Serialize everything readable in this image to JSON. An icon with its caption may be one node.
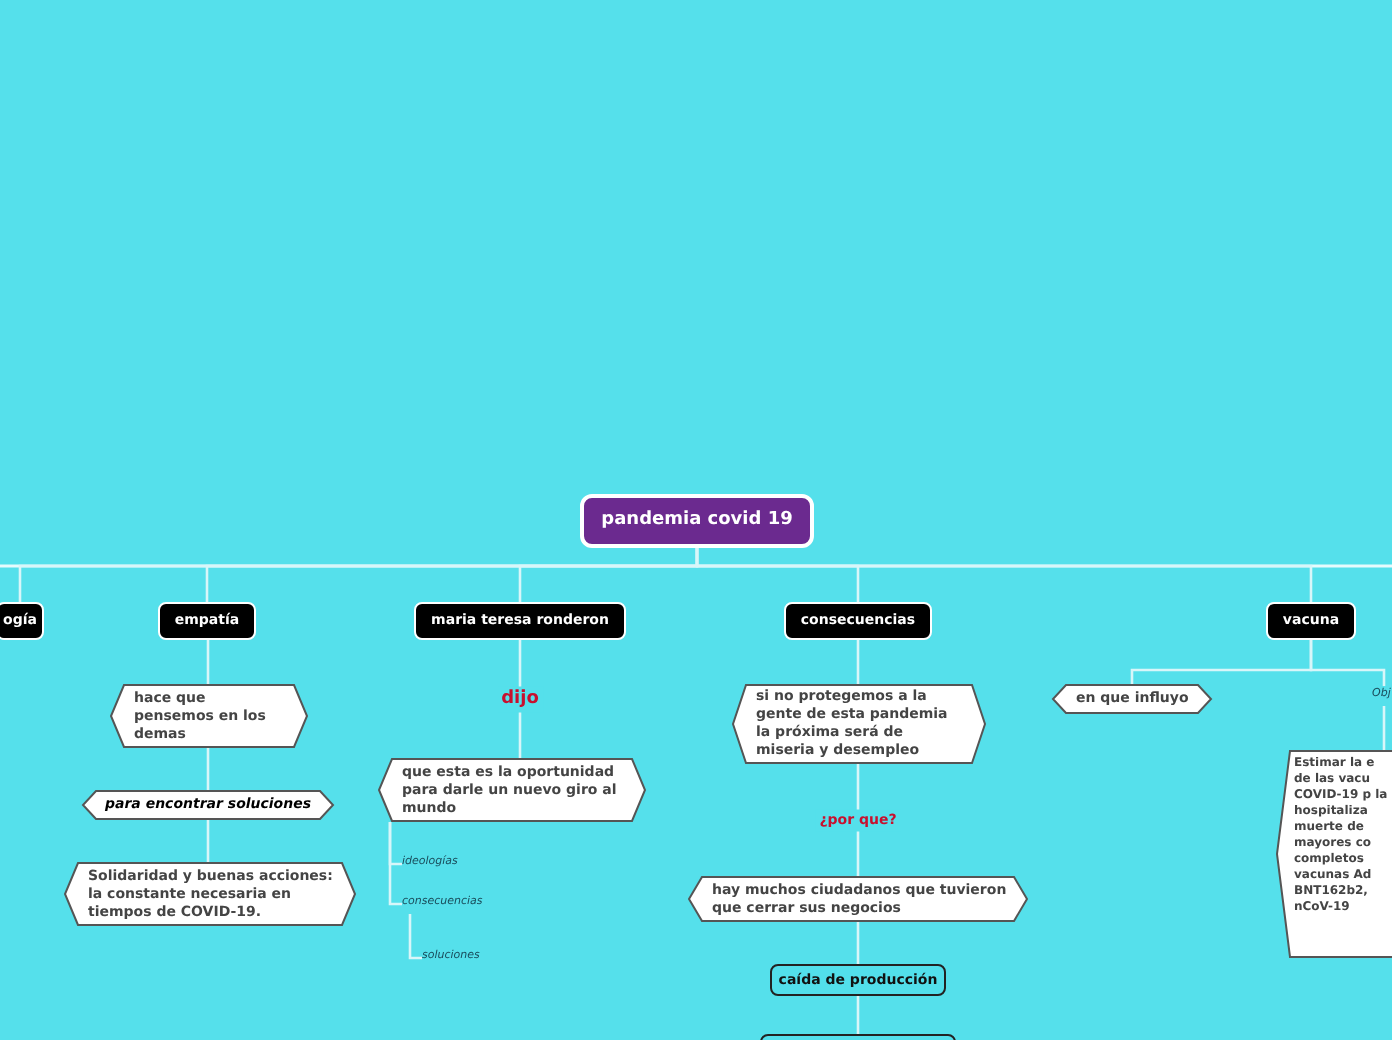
{
  "diagram": {
    "nodes": [
      {
        "text": [
          "pandemia covid 19"
        ]
      },
      {
        "text": [
          "ogía"
        ]
      },
      {
        "text": [
          "empatía"
        ]
      },
      {
        "text": [
          "maria teresa ronderon"
        ]
      },
      {
        "text": [
          "consecuencias"
        ]
      },
      {
        "text": [
          "vacuna"
        ]
      },
      {
        "text": [
          "hace que pensemos en los demas"
        ]
      },
      {
        "text": [
          "para encontrar soluciones"
        ]
      },
      {
        "text": [
          "Solidaridad y buenas acciones: la constante necesaria en tiempos de COVID-19."
        ]
      },
      {
        "text": [
          "que esta es la oportunidad para darle un nuevo giro al mundo"
        ]
      },
      {
        "text": [
          "ideologías"
        ]
      },
      {
        "text": [
          "consecuencias"
        ]
      },
      {
        "text": [
          "soluciones"
        ]
      },
      {
        "text": [
          "si no protegemos a la gente de esta pandemia la próxima será de miseria y desempleo"
        ]
      },
      {
        "text": [
          "hay muchos ciudadanos que tuvieron que cerrar sus negocios"
        ]
      },
      {
        "text": [
          "caída de producción"
        ]
      },
      {
        "text": [],
        "shape": "box"
      },
      {
        "text": [
          "en que influyo"
        ]
      },
      {
        "text": [
          "Obj"
        ]
      },
      {
        "text": [
          "Estimar la e de las vacu COVID-19 p la hospitaliza muerte de mayores co completos vacunas Ad BNT162b2, nCoV-19"
        ]
      }
    ],
    "edges": [
      {
        "from": 0,
        "to": 1,
        "arrow": "none"
      },
      {
        "from": 0,
        "to": 2,
        "arrow": "none"
      },
      {
        "from": 0,
        "to": 3,
        "arrow": "none"
      },
      {
        "from": 0,
        "to": 4,
        "arrow": "none"
      },
      {
        "from": 0,
        "to": 5,
        "arrow": "none"
      },
      {
        "from": 2,
        "to": 6,
        "arrow": "none"
      },
      {
        "from": 6,
        "to": 7,
        "arrow": "none"
      },
      {
        "from": 7,
        "to": 8,
        "arrow": "none"
      },
      {
        "from": 3,
        "to": 9,
        "label": "dijo",
        "arrow": "none"
      },
      {
        "from": 9,
        "to": 10,
        "arrow": "none"
      },
      {
        "from": 9,
        "to": 11,
        "arrow": "none"
      },
      {
        "from": 11,
        "to": 12,
        "arrow": "none"
      },
      {
        "from": 4,
        "to": 13,
        "arrow": "none"
      },
      {
        "from": 13,
        "to": 14,
        "label": "¿por que?",
        "arrow": "none"
      },
      {
        "from": 14,
        "to": 15,
        "arrow": "none"
      },
      {
        "from": 15,
        "to": 16,
        "arrow": "none"
      },
      {
        "from": 5,
        "to": 17,
        "arrow": "none"
      },
      {
        "from": 5,
        "to": 18,
        "arrow": "none"
      },
      {
        "from": 18,
        "to": 19,
        "arrow": "none"
      }
    ]
  }
}
